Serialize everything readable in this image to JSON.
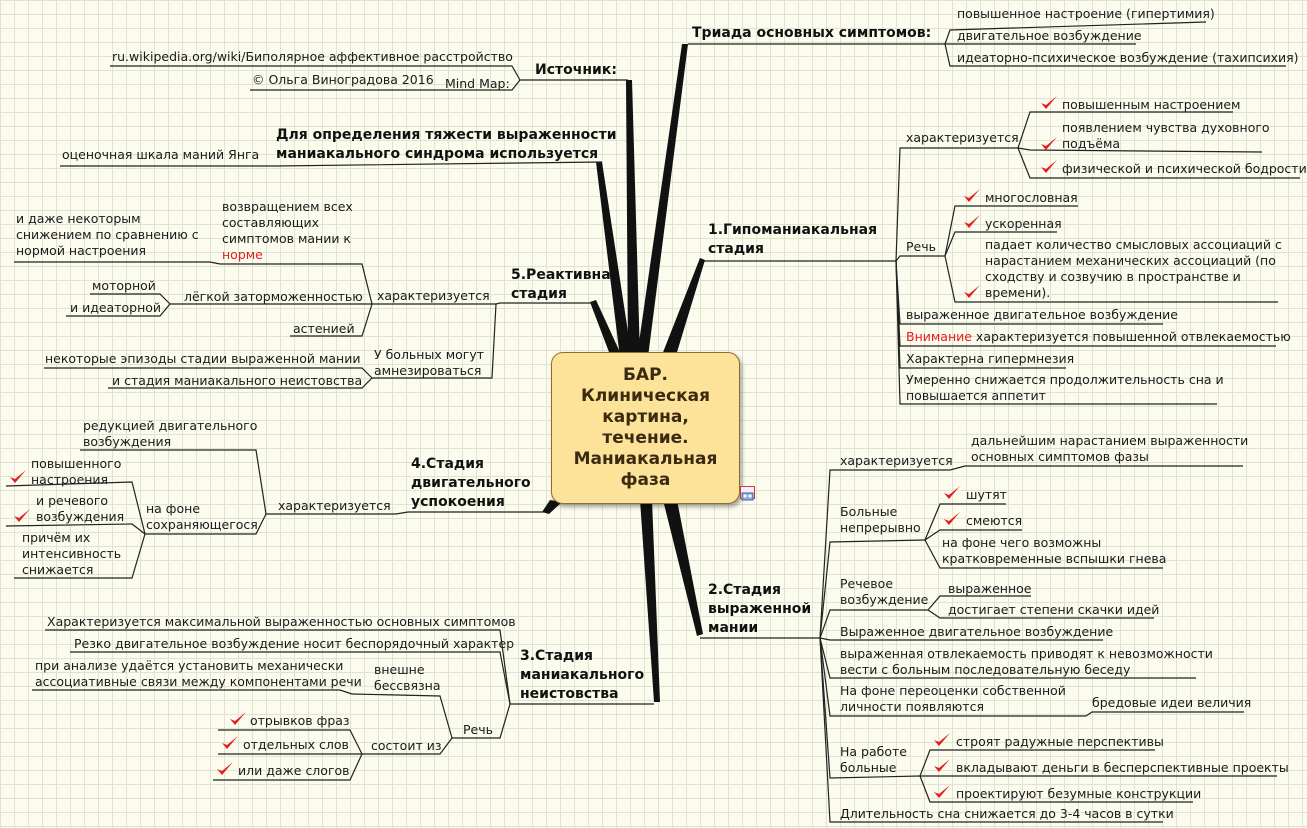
{
  "center": {
    "title": "БАР.\nКлиническая\nкартина,\nтечение.\nМаниакальная\nфаза"
  },
  "triad": {
    "title": "Триада основных симптомов:",
    "items": [
      "повышенное настроение (гипертимия)",
      "двигательное возбуждение",
      "идеаторно-психическое возбуждение (тахипсихия)"
    ]
  },
  "source": {
    "title": "Источник:",
    "url": "ru.wikipedia.org/wiki/Биполярное аффективное расстройство",
    "author": "© Ольга Виноградова 2016",
    "mindmap": "Mind Map:"
  },
  "severity": {
    "title1": "Для определения тяжести выраженности",
    "title2": "маниакального синдрома используется",
    "scale": "оценочная шкала маний Янга"
  },
  "stage1": {
    "title1": "1.Гипоманиакальная",
    "title2": "стадия",
    "char_label": "характеризуется",
    "char_items": [
      "повышенным настроением",
      "появлением чувства духовного",
      "подъёма",
      "физической и психической бодрости"
    ],
    "speech_label": "Речь",
    "speech_items": [
      "многословная",
      "ускоренная"
    ],
    "speech_assoc": [
      "падает количество смысловых ассоциаций с",
      "нарастанием механических ассоциаций (по",
      "сходству и созвучию в пространстве и",
      "времени)."
    ],
    "motor": "выраженное двигательное возбуждение",
    "attention_word": "Внимание",
    "attention_rest": " характеризуется повышенной отвлекаемостью",
    "hypermnesia": "Характерна гипермнезия",
    "sleep": [
      "Умеренно снижается продолжительность сна и",
      "повышается аппетит"
    ]
  },
  "stage2": {
    "title1": "2.Стадия",
    "title2": "выраженной",
    "title3": "мании",
    "char_label": "характеризуется",
    "char_text": [
      "дальнейшим нарастанием выраженности",
      "основных симптомов фазы"
    ],
    "patients_label": [
      "Больные",
      "непрерывно"
    ],
    "patients_items": [
      "шутят",
      "смеются"
    ],
    "anger": [
      "на фоне чего возможны",
      "кратковременные вспышки гнева"
    ],
    "speech_label": [
      "Речевое",
      "возбуждение"
    ],
    "speech_items": [
      "выраженное",
      "достигает степени скачки идей"
    ],
    "motor": "Выраженное двигательное возбуждение",
    "distract": [
      "выраженная отвлекаемость приводят к невозможности",
      "вести с больным последовательную беседу"
    ],
    "overest": [
      "На фоне переоценки собственной",
      "личности появляются"
    ],
    "delusion": "бредовые идеи величия",
    "work_label": [
      "На работе",
      "больные"
    ],
    "work_items": [
      "строят радужные перспективы",
      "вкладывают деньги в бесперспективные проекты",
      "проектируют безумные конструкции"
    ],
    "sleep": "Длительность сна снижается до 3-4 часов в сутки"
  },
  "stage3": {
    "title1": "3.Стадия",
    "title2": "маниакального",
    "title3": "неистовства",
    "item1": "Характеризуется максимальной выраженностью основных симптомов",
    "item2": "Резко двигательное возбуждение носит беспорядочный характер",
    "speech_label": "Речь",
    "incoherent_label": [
      "внешне",
      "бессвязна"
    ],
    "analysis": [
      "при анализе удаётся установить механически",
      "ассоциативные связи между компонентами речи"
    ],
    "consists_label": "состоит из",
    "consists_items": [
      "отрывков фраз",
      "отдельных слов",
      "или даже слогов"
    ]
  },
  "stage4": {
    "title1": "4.Стадия",
    "title2": "двигательного",
    "title3": "успокоения",
    "char_label": "характеризуется",
    "reduction": [
      "редукцией двигательного",
      "возбуждения"
    ],
    "bg_label": [
      "на фоне",
      "сохраняющегося"
    ],
    "mood": [
      "повышенного",
      "настроения"
    ],
    "speech": [
      "и речевого",
      "возбуждения"
    ],
    "intensity": [
      "причём их",
      "интенсивность",
      "снижается"
    ]
  },
  "stage5": {
    "title1": "5.Реактивная",
    "title2": "стадия",
    "char_label": "характеризуется",
    "return_text": [
      "возвращением всех",
      "составляющих",
      "симптомов мании к"
    ],
    "return_norm": "норме",
    "decrease": [
      "и даже некоторым",
      "снижением по сравнению с",
      "нормой настроения"
    ],
    "retard_label": "лёгкой заторможенностью",
    "motor": "моторной",
    "ideator": "и идеаторной",
    "asthenia": "астенией",
    "amnesia_label": [
      "У больных могут",
      "амнезироваться"
    ],
    "amnesia_items": [
      "некоторые эпизоды стадии выраженной мании",
      "и стадия маниакального неистовства"
    ]
  },
  "colors": {
    "center_fill": "#fde39a",
    "check": "#e41e1e",
    "accent_red": "#e41e1e",
    "branch": "#111111"
  }
}
